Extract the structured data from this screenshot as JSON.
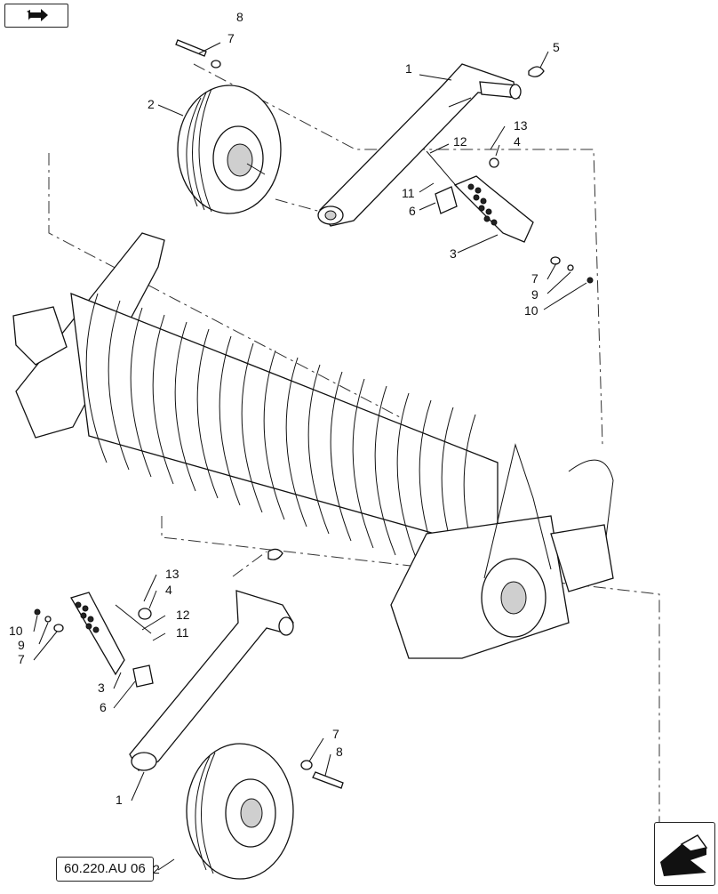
{
  "navigation": {
    "previous_icon": "arrow-back-icon",
    "next_icon": "arrow-forward-icon"
  },
  "reference": {
    "code": "60.220.AU 06",
    "code_callout": "2"
  },
  "callouts": {
    "c1a": "1",
    "c2a": "2",
    "c3a": "3",
    "c4a": "4",
    "c5": "5",
    "c6a": "6",
    "c7a": "7",
    "c7b": "7",
    "c8a": "8",
    "c9a": "9",
    "c10a": "10",
    "c11a": "11",
    "c12a": "12",
    "c13a": "13",
    "c1b": "1",
    "c3b": "3",
    "c4b": "4",
    "c6b": "6",
    "c7c": "7",
    "c7d": "7",
    "c8b": "8",
    "c9b": "9",
    "c10b": "10",
    "c11b": "11",
    "c12b": "12",
    "c13b": "13"
  }
}
